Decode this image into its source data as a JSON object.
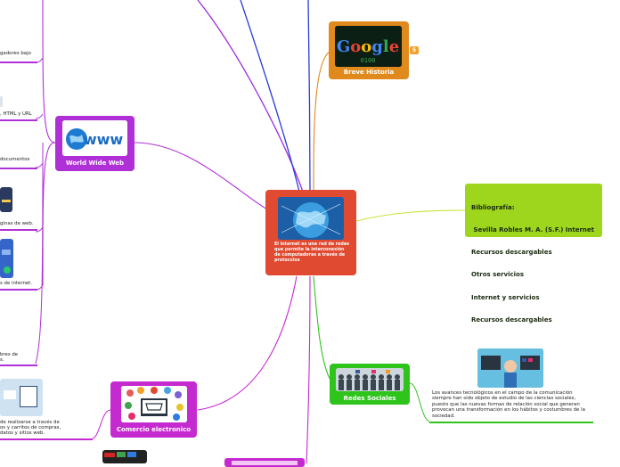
{
  "central": {
    "text": "El internet es una red de redes que permite la interconexión de computadoras a través de protocolos"
  },
  "topics": {
    "history": {
      "label": "Breve Historia",
      "badge": "5",
      "image_icon": "google-logo-icon"
    },
    "www": {
      "label": "World Wide Web",
      "image_icon": "www-globe-icon"
    },
    "social": {
      "label": "Redes Sociales",
      "image_icon": "people-network-icon"
    },
    "commerce": {
      "label": "Comercio electronico",
      "image_icon": "shopping-cart-icon"
    },
    "bibliography": {
      "lines": [
        "Bibliografía:",
        " Sevilla Robles M. A. (S.F.) Internet",
        "Recursos descargables",
        "Otros servicios",
        "Internet y servicios",
        "Recursos descargables"
      ]
    }
  },
  "social_note": "Los avances tecnológicos en el campo de la comunicación siempre han sido objeto de estudio de las ciencias sociales, puesto que las nuevas formas de relación social que generan provocan una transformación en los hábitos y costumbres de la sociedad.",
  "left_fragments": {
    "f1": "gadores bajo",
    "f2": ", HTML y URL",
    "f3": "documentos",
    "f4": "ginas de web.",
    "f5": "s de internet.",
    "f6a": "bres de",
    "f6b": "s.",
    "f7a": "de realizarse a través de",
    "f7b": "os y carritos de compras,",
    "f7c": "datos y sitios web."
  },
  "colors": {
    "central": "#e04a30",
    "history": "#e08a1e",
    "www": "#b030d8",
    "social": "#2ec41c",
    "commerce": "#c42ad0",
    "bibliography": "#9ed61e"
  }
}
